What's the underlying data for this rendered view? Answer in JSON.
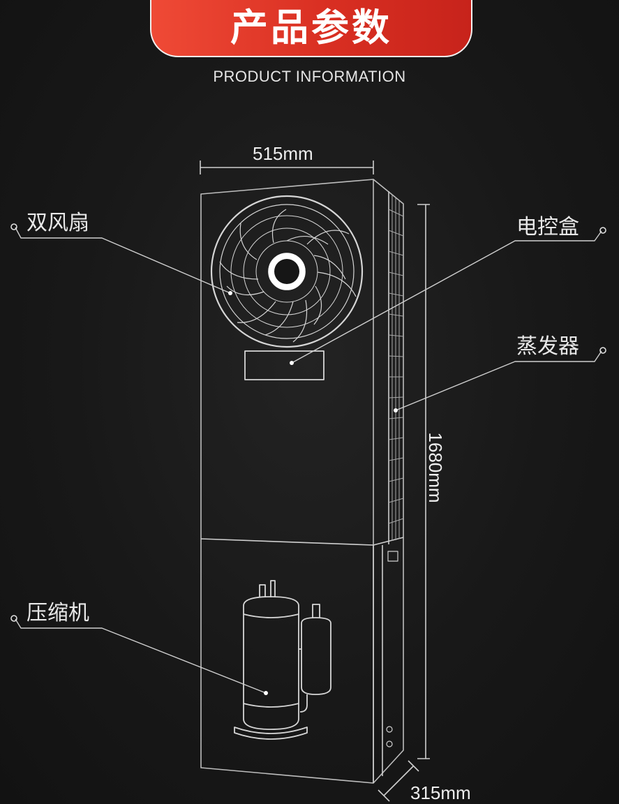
{
  "header": {
    "title": "产品参数",
    "subtitle": "PRODUCT INFORMATION"
  },
  "dimensions": {
    "width": "515mm",
    "height": "1680mm",
    "depth": "315mm"
  },
  "callouts": {
    "fan": "双风扇",
    "control_box": "电控盒",
    "evaporator": "蒸发器",
    "compressor": "压缩机"
  },
  "colors": {
    "accent": "#e03a2a",
    "background": "#161616",
    "line": "#d8d8d8"
  }
}
